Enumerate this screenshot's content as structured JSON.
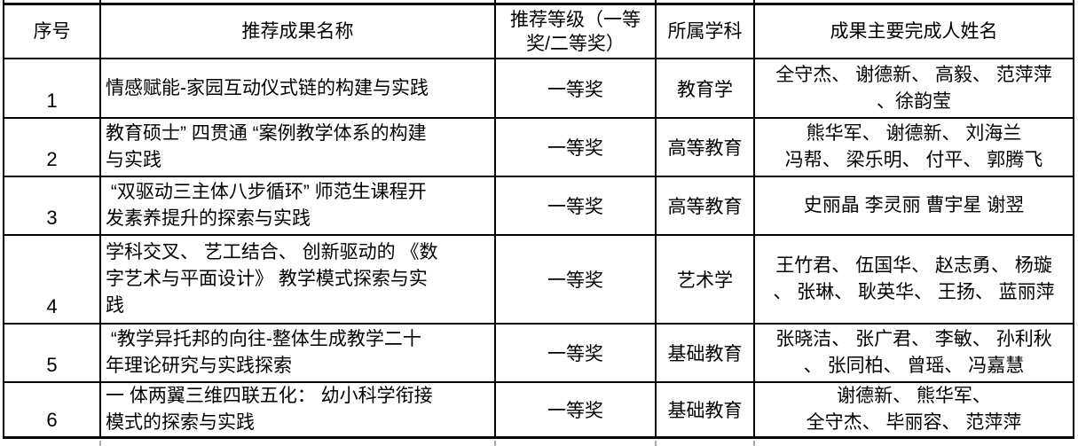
{
  "table": {
    "headers": {
      "no": "序号",
      "name": "推荐成果名称",
      "award": "推荐等级（一等\n奖/二等奖）",
      "subject": "所属学科",
      "people": "成果主要完成人姓名"
    },
    "rows": [
      {
        "no": "1",
        "name": "情感赋能-家园互动仪式链的构建与实践",
        "award": "一等奖",
        "subject": "教育学",
        "people": "全守杰、 谢德新、 高毅、 范萍萍\n、徐韵莹"
      },
      {
        "no": "2",
        "name": "教育硕士” 四贯通 “案例教学体系的构建\n与实践",
        "award": "一等奖",
        "subject": "高等教育",
        "people": "熊华军、 谢德新、 刘海兰\n冯帮、 梁乐明、 付平、 郭腾飞"
      },
      {
        "no": "3",
        "name": " “双驱动三主体八步循环” 师范生课程开\n发素养提升的探索与实践",
        "award": "一等奖",
        "subject": "高等教育",
        "people": "史丽晶 李灵丽 曹宇星 谢翌"
      },
      {
        "no": "4",
        "name": "学科交叉、 艺工结合、 创新驱动的 《数\n字艺术与平面设计》 教学模式探索与实\n践",
        "award": "一等奖",
        "subject": "艺术学",
        "people": "王竹君、 伍国华、 赵志勇、 杨璇\n、 张琳、 耿英华、 王扬、 蓝丽萍"
      },
      {
        "no": "5",
        "name": " “教学异托邦的向往-整体生成教学二十\n年理论研究与实践探索",
        "award": "一等奖",
        "subject": "基础教育",
        "people": "张晓洁、 张广君、 李敏、 孙利秋\n、 张同柏、 曾瑶、 冯嘉慧"
      },
      {
        "no": "6",
        "name": "一 体两翼三维四联五化： 幼小科学衔接\n模式的探索与实践",
        "award": "一等奖",
        "subject": "基础教育",
        "people": "谢德新、 熊华军、\n全守杰、 毕丽容、 范萍萍"
      }
    ]
  }
}
